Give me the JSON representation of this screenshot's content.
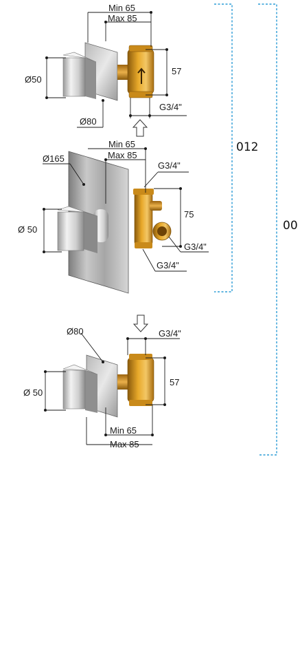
{
  "top_unit": {
    "min_label": "Min 65",
    "max_label": "Max 85",
    "diameter_knob": "Ø50",
    "diameter_plate": "Ø80",
    "height_label": "57",
    "thread_label": "G3/4\""
  },
  "middle_unit": {
    "min_label": "Min 65",
    "max_label": "Max 85",
    "diameter_plate": "Ø165",
    "diameter_knob": "Ø 50",
    "thread_top": "G3/4\"",
    "height_label": "75",
    "thread_right": "G3/4\"",
    "thread_bottom": "G3/4\""
  },
  "bottom_unit": {
    "diameter_plate": "Ø80",
    "thread_label": "G3/4\"",
    "diameter_knob": "Ø 50",
    "height_label": "57",
    "min_label": "Min 65",
    "max_label": "Max 85"
  },
  "group_codes": {
    "inner": "012",
    "outer": "00"
  },
  "colors": {
    "bracket": "#2a9bd6",
    "brass": "#d9941a",
    "chrome": "#c8c8c8"
  },
  "icons": [
    "arrow-up-icon",
    "arrow-down-icon"
  ]
}
